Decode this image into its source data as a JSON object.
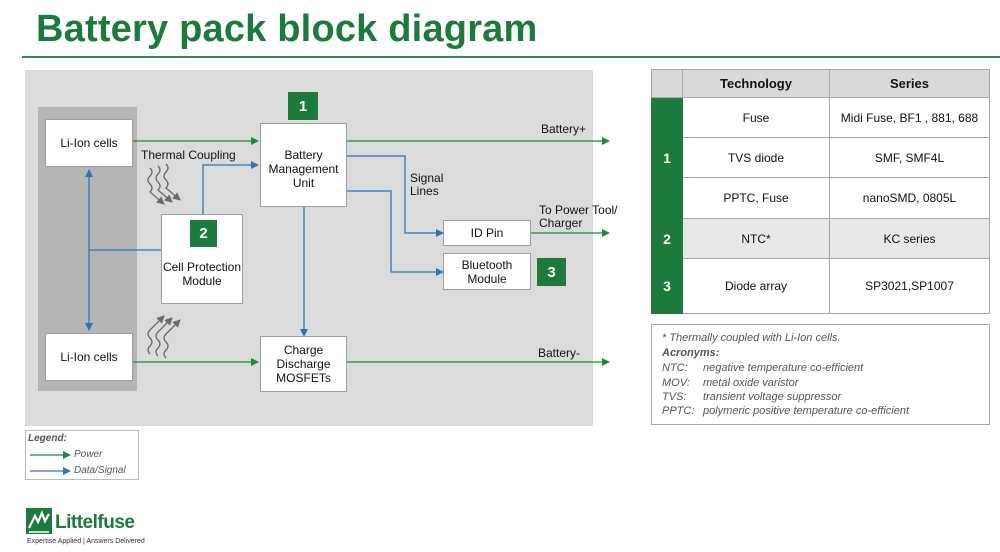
{
  "title": "Battery pack block diagram",
  "diagram": {
    "cells_top": "Li-Ion cells",
    "cells_bottom": "Li-Ion cells",
    "bmu": "Battery Management Unit",
    "cell_protection": "Cell Protection Module",
    "mosfets": "Charge Discharge MOSFETs",
    "id_pin": "ID Pin",
    "bluetooth": "Bluetooth Module",
    "thermal_coupling": "Thermal Coupling",
    "signal_lines": "Signal Lines",
    "battery_plus": "Battery+",
    "battery_minus": "Battery-",
    "to_power_tool": "To Power Tool/ Charger",
    "badges": {
      "bmu": "1",
      "cell_protection": "2",
      "bluetooth": "3"
    }
  },
  "legend": {
    "heading": "Legend:",
    "power": "Power",
    "data_signal": "Data/Signal",
    "power_color": "#1d8a3a",
    "signal_color": "#2e75b6"
  },
  "table": {
    "headers": [
      "",
      "Technology",
      "Series"
    ],
    "groups": [
      {
        "id": "1",
        "rows": [
          {
            "technology": "Fuse",
            "series": "Midi Fuse, BF1 , 881, 688"
          },
          {
            "technology": "TVS diode",
            "series": "SMF, SMF4L"
          },
          {
            "technology": "PPTC, Fuse",
            "series": "nanoSMD, 0805L"
          }
        ]
      },
      {
        "id": "2",
        "rows": [
          {
            "technology": "NTC*",
            "series": "KC series"
          }
        ]
      },
      {
        "id": "3",
        "rows": [
          {
            "technology": "Diode array",
            "series": "SP3021,SP1007"
          }
        ]
      }
    ]
  },
  "notes": {
    "footnote": "*  Thermally coupled with Li-Ion cells.",
    "acronyms_heading": "Acronyms:",
    "acronyms": [
      {
        "key": "NTC:",
        "value": "negative temperature co-efficient"
      },
      {
        "key": "MOV:",
        "value": "metal oxide varistor"
      },
      {
        "key": "TVS:",
        "value": "transient voltage suppressor"
      },
      {
        "key": "PPTC:",
        "value": "polymeric positive temperature co-efficient"
      }
    ]
  },
  "brand": {
    "name": "Littelfuse",
    "tagline": "Expertise Applied  |  Answers Delivered",
    "color": "#1d7a3d"
  }
}
